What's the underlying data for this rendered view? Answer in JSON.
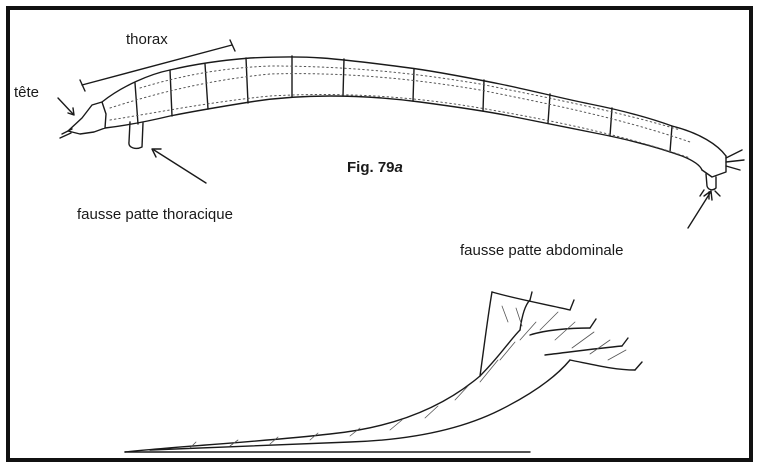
{
  "labels": {
    "head": "tête",
    "thorax": "thorax",
    "thoracic_proleg": "fausse patte thoracique",
    "abdominal_proleg": "fausse patte abdominale"
  },
  "figure": {
    "number_prefix": "Fig. 79",
    "number_suffix": "a"
  },
  "colors": {
    "frame": "#111111",
    "ink": "#1a1a1a",
    "stipple": "#555555",
    "background": "#ffffff"
  }
}
